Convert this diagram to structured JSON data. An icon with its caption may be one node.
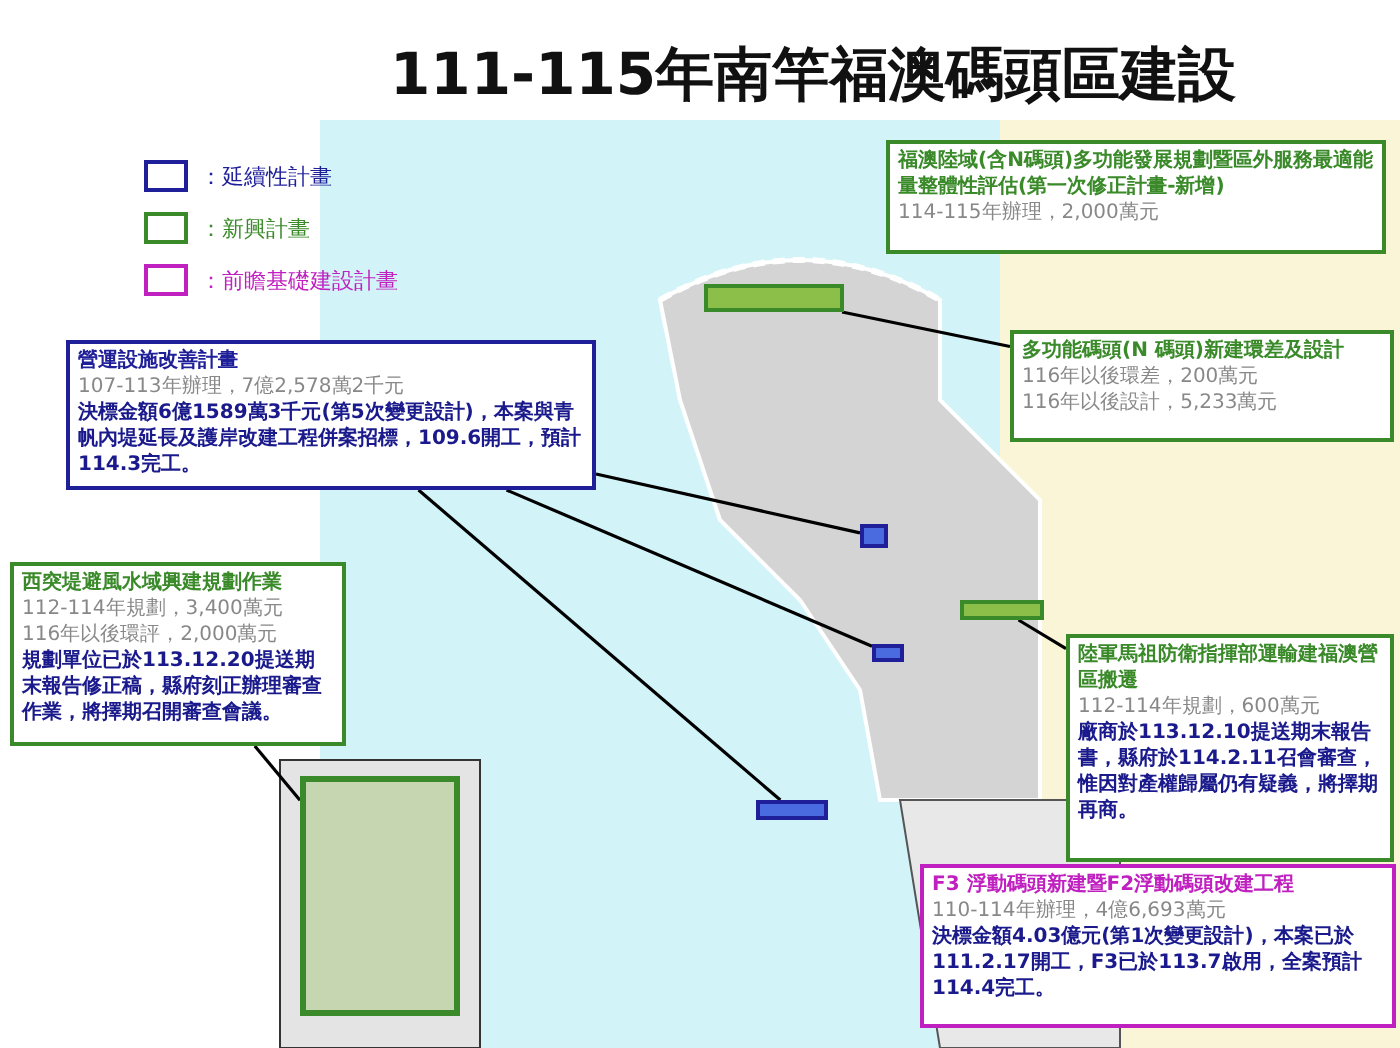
{
  "diagram": {
    "title": "111-115年南竿福澳碼頭區建設",
    "nodes": [
      {
        "text": [
          "福澳陸域(含N碼頭)多功能發展規劃暨區外服務最適能量整體性評估(第一次修正計畫-新增)",
          "114-115年辦理，2,000萬元"
        ]
      },
      {
        "text": [
          "營運設施改善計畫",
          "107-113年辦理，7億2,578萬2千元",
          "決標金額6億1589萬3千元(第5次變更設計)，本案與青帆內堤延長及護岸改建工程併案招標，109.6開工，預計114.3完工。"
        ]
      },
      {
        "text": [
          "多功能碼頭(N 碼頭)新建環差及設計",
          "116年以後環差，200萬元",
          "116年以後設計，5,233萬元"
        ]
      },
      {
        "text": [
          "西突堤避風水域興建規劃作業",
          "112-114年規劃，3,400萬元",
          "116年以後環評，2,000萬元",
          "規劃單位已於113.12.20提送期末報告修正稿，縣府刻正辦理審查作業，將擇期召開審查會議。"
        ]
      },
      {
        "text": [
          "陸軍馬祖防衛指揮部運輸建福澳營區搬遷",
          "112-114年規劃，600萬元",
          "廠商於113.12.10提送期末報告書，縣府於114.2.11召會審查，惟因對產權歸屬仍有疑義，將擇期再商。"
        ]
      },
      {
        "text": [
          "F3 浮動碼頭新建暨F2浮動碼頭改建工程",
          "110-114年辦理，4億6,693萬元",
          "決標金額4.03億元(第1次變更設計)，本案已於111.2.17開工，F3已於113.7啟用，全案預計114.4完工。"
        ]
      },
      {
        "text": [],
        "shape": "bar"
      },
      {
        "text": [],
        "shape": "box"
      },
      {
        "text": [],
        "shape": "bar"
      },
      {
        "text": [],
        "shape": "bar"
      },
      {
        "text": [],
        "shape": "bar"
      },
      {
        "text": [],
        "shape": "box"
      }
    ],
    "edges": [
      {
        "from": 2,
        "to": 6,
        "arrow": "none"
      },
      {
        "from": 1,
        "to": 7,
        "arrow": "none"
      },
      {
        "from": 1,
        "to": 8,
        "arrow": "none"
      },
      {
        "from": 1,
        "to": 10,
        "arrow": "none"
      },
      {
        "from": 4,
        "to": 9,
        "arrow": "none"
      },
      {
        "from": 3,
        "to": 11,
        "arrow": "none"
      }
    ],
    "legend": [
      {
        "text": "：延續性計畫",
        "color": "#1f1f9a"
      },
      {
        "text": "：新興計畫",
        "color": "#3a8a2a"
      },
      {
        "text": "：前瞻基礎建設計畫",
        "color": "#c020c0"
      }
    ]
  }
}
